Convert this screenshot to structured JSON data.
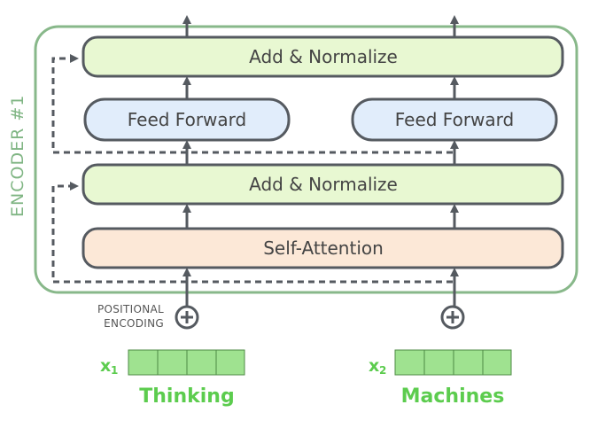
{
  "colors": {
    "encoder_border": "#88b88a",
    "encoder_label": "#7fb583",
    "add_norm_fill": "#e8f8d2",
    "feed_forward_fill": "#e1edfb",
    "self_attention_fill": "#fce8d7",
    "box_border": "#555a60",
    "arrow": "#555a60",
    "word_green": "#5ccc4e",
    "vector_fill": "#9fe290",
    "vector_border": "#4d8a45"
  },
  "encoder": {
    "label": "ENCODER #1"
  },
  "blocks": {
    "add_normalize_top": "Add & Normalize",
    "feed_forward_left": "Feed Forward",
    "feed_forward_right": "Feed Forward",
    "add_normalize_bottom": "Add & Normalize",
    "self_attention": "Self-Attention"
  },
  "positional_encoding": {
    "line1": "POSITIONAL",
    "line2": "ENCODING"
  },
  "inputs": [
    {
      "symbol": "x",
      "subscript": "1",
      "word": "Thinking",
      "cells": 4
    },
    {
      "symbol": "x",
      "subscript": "2",
      "word": "Machines",
      "cells": 4
    }
  ]
}
